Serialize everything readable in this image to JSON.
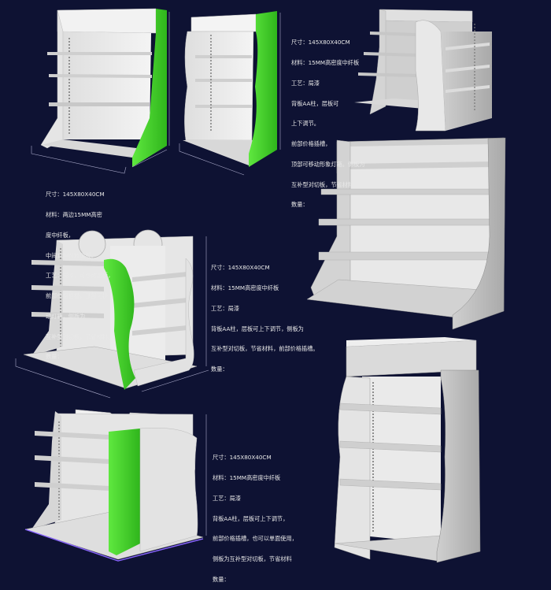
{
  "palette": {
    "background": "#0e1233",
    "panel": "#e9e9e9",
    "shelf": "#d4d4d4",
    "shade": "#b8b8b8",
    "accent_green": "#45d12a",
    "dimension_line": "#a8a8c8"
  },
  "notes": [
    {
      "id": "note-top-right",
      "lines": [
        "尺寸：145X80X40CM",
        "材料：15MM高密度中纤板",
        "工艺：局漆",
        "背板AA柱，层板可",
        "上下调节。",
        "前部价格插槽，",
        "顶部可移动形象灯箱。侧板为",
        "互补型对切板，节省材料。",
        "数量："
      ]
    },
    {
      "id": "note-left",
      "lines": [
        "尺寸：145X80X40CM",
        "材料：两边15MM高密",
        "度中纤板，",
        "中间10MM玻璃板。",
        "工艺：局漆，可移动层板，",
        "前部价格插槽，顶部可移",
        "动灯箱，侧板为",
        "互补型对切板，节省材料。",
        "数量："
      ]
    },
    {
      "id": "note-middle",
      "lines": [
        "尺寸：145X80X40CM",
        "材料：15MM高密度中纤板",
        "工艺：局漆",
        "背板AA柱，层板可上下调节，侧板为",
        "互补型对切板，节省材料，前部价格插槽。",
        "数量："
      ]
    },
    {
      "id": "note-bottom",
      "lines": [
        "尺寸：145X80X40CM",
        "材料：15MM高密度中纤板",
        "工艺：局漆",
        "背板AA柱，层板可上下调节，",
        "前部价格插槽，也可以单面使用，",
        "侧板为互补型对切板，节省材料",
        "数量："
      ]
    }
  ],
  "shelves": [
    {
      "id": "shelf-1",
      "name": "shelf-display-1",
      "side_color": "green"
    },
    {
      "id": "shelf-2",
      "name": "shelf-display-2",
      "side_color": "green"
    },
    {
      "id": "shelf-3",
      "name": "shelf-display-3",
      "side_color": "grey"
    },
    {
      "id": "shelf-4",
      "name": "shelf-display-4",
      "side_color": "grey"
    },
    {
      "id": "shelf-5",
      "name": "shelf-display-5",
      "side_color": "green"
    },
    {
      "id": "shelf-6",
      "name": "shelf-display-6",
      "side_color": "grey"
    },
    {
      "id": "shelf-7",
      "name": "shelf-display-7",
      "side_color": "green"
    }
  ]
}
